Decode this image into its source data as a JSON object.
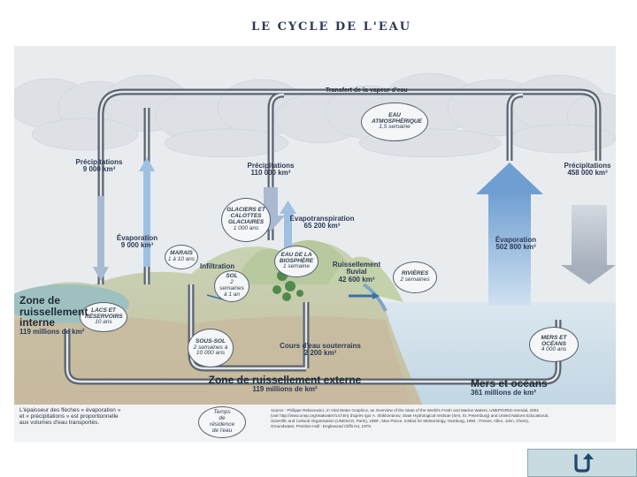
{
  "diagram": {
    "title": "LE CYCLE DE L'EAU",
    "vapour_transfer": "Transfert de la vapeur d'eau",
    "atmosphere": {
      "name": "EAU ATMOSPHÉRIQUE",
      "time": "1,5 semaine"
    },
    "precip_left": {
      "label": "Précipitations",
      "value": "9 000 km³"
    },
    "precip_mid": {
      "label": "Précipitations",
      "value": "110 000 km³"
    },
    "precip_right": {
      "label": "Précipitations",
      "value": "458 000 km³"
    },
    "evap_left": {
      "label": "Évaporation",
      "value": "9 000 km³"
    },
    "evapotranspiration": {
      "label": "Évapotranspiration",
      "value": "65 200 km³"
    },
    "evap_ocean": {
      "label": "Évaporation",
      "value": "502 800 km³"
    },
    "glaciers": {
      "name": "GLACIERS ET CALOTTES GLACIAIRES",
      "time": "1 000 ans"
    },
    "marshes": {
      "name": "MARAIS",
      "time": "1 à 10 ans"
    },
    "infiltration": "Infiltration",
    "soil": {
      "name": "SOL",
      "time": "2 semaines à 1 an"
    },
    "biosphere": {
      "name": "EAU DE LA BIOSPHÈRE",
      "time": "1 semaine"
    },
    "runoff": {
      "label": "Ruissellement fluvial",
      "value": "42 600 km³"
    },
    "rivers": {
      "name": "RIVIÈRES",
      "time": "2 semaines"
    },
    "lakes": {
      "name": "LACS ET RÉSERVOIRS",
      "time": "10 ans"
    },
    "subsoil": {
      "name": "SOUS-SOL",
      "time": "2 semaines à 10 000 ans"
    },
    "underground": {
      "label": "Cours d'eau souterrains",
      "value": "2 200 km³"
    },
    "seas_bubble": {
      "name": "MERS ET OCÉANS",
      "time": "4 000 ans"
    },
    "zone_internal": {
      "l1": "Zone de",
      "l2": "ruissellement",
      "l3": "interne",
      "value": "119 millions de km²"
    },
    "zone_external": {
      "label": "Zone de ruissellement externe",
      "value": "119 millions de km²"
    },
    "seas_zone": {
      "label": "Mers et océans",
      "value": "361 millions de km²"
    },
    "note": {
      "l1": "L'épaisseur des flèches « évaporation »",
      "l2": "et « précipitations » est proportionnelle",
      "l3": "aux volumes d'eau transportés."
    },
    "legend_time": {
      "l1": "Temps",
      "l2": "de",
      "l3": "résidence",
      "l4": "de l'eau"
    },
    "source": {
      "l1": "Source : Philippe Rekacewicz, in Vital Water Graphics, an Overview of the State of the World's Fresh and Marine Waters, UNEP/GRID-Arendal, 2002",
      "l2": "(voir http://www.unep.org/vitalwater/14.htm) d'après Igor A. Shiklomanov, State Hydrological Institute (SHI, St. Petersburg) and United Nations Educational,",
      "l3": "Scientific and Cultural Organisation (UNESCO, Paris), 1999 ; Max Ponce, Institut for Meteorology, Hamburg, 1994 ; Freeze, Allen, John, Cherry,",
      "l4": "Groundwater, Prentice-Hall : Englewood Cliffs NJ, 1979."
    }
  },
  "nav": {
    "return_icon": "return-arrow-icon"
  },
  "colors": {
    "sky": "#e9ecef",
    "pipe": "#5a6470",
    "precip_arrow": "#9fb2cc",
    "evap_arrow": "#8fb4dc",
    "ocean": "#cfe0ec",
    "button": "#c7dbe0",
    "icon": "#1c4a6e"
  }
}
